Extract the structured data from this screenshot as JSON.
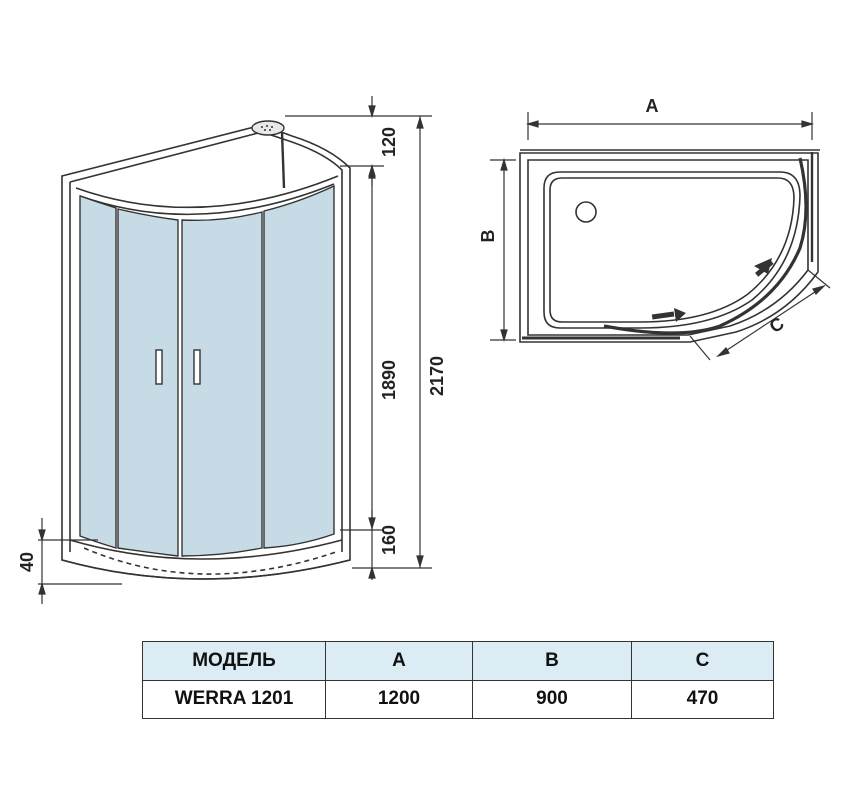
{
  "dimensions_front": {
    "top": "120",
    "cabin": "1890",
    "total": "2170",
    "tray": "160",
    "tray_edge": "40"
  },
  "dimensions_plan": {
    "a": "A",
    "b": "B",
    "c": "C"
  },
  "spec_table": {
    "headers": [
      "МОДЕЛЬ",
      "A",
      "B",
      "C"
    ],
    "row": [
      "WERRA 1201",
      "1200",
      "900",
      "470"
    ]
  },
  "colors": {
    "glass": "#c7dbe6",
    "frame": "#333333",
    "table_header": "#dcecf5"
  }
}
